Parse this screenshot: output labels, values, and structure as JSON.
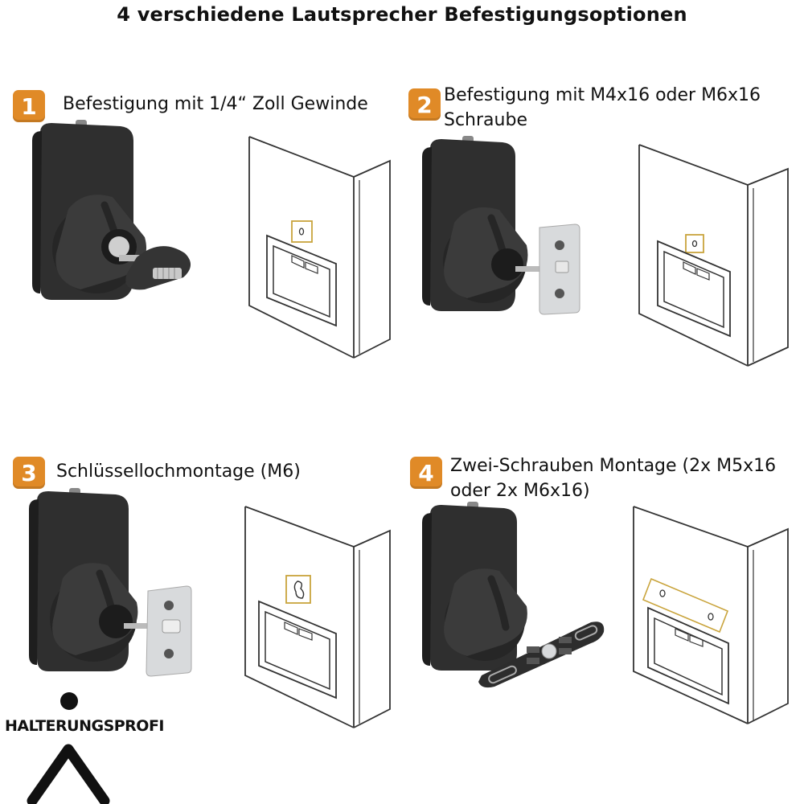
{
  "title": "4 verschiedene Lautsprecher Befestigungsoptionen",
  "options": [
    {
      "number": "1",
      "label_lines": [
        "Befestigung mit 1/4“ Zoll Gewinde"
      ]
    },
    {
      "number": "2",
      "label_lines": [
        "Befestigung mit M4x16 oder M6x16",
        "Schraube"
      ]
    },
    {
      "number": "3",
      "label_lines": [
        "Schlüssellochmontage (M6)"
      ]
    },
    {
      "number": "4",
      "label_lines": [
        "Zwei-Schrauben Montage (2x M5x16",
        "oder 2x M6x16)"
      ]
    }
  ],
  "brand": "HALTERUNGSPROFI",
  "colors": {
    "badge": "#e08a27",
    "mount": "#3a3a3a",
    "plate": "#d8dadc",
    "highlight": "#c9a43c"
  }
}
